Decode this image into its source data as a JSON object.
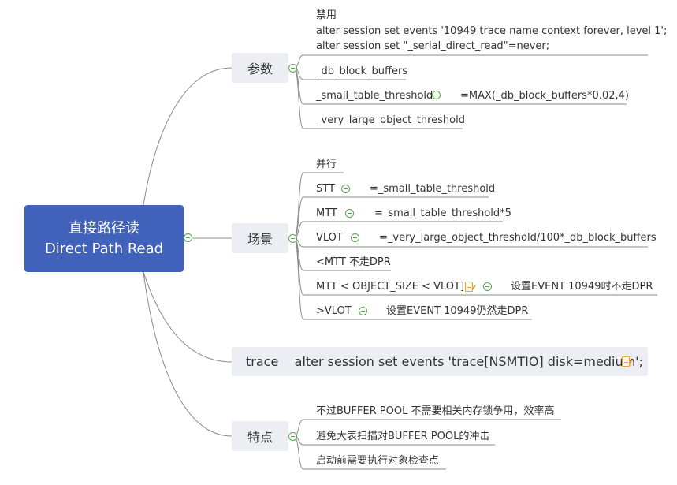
{
  "root": {
    "title_cn": "直接路径读",
    "title_en": "Direct Path Read"
  },
  "branches": {
    "params": {
      "label": "参数",
      "disable_title": "禁用",
      "disable_line1": "alter session set events '10949 trace name context forever, level 1';",
      "disable_line2": "alter session set \"_serial_direct_read\"=never;",
      "db_block_buffers": "_db_block_buffers",
      "small_table_threshold": "_small_table_threshold",
      "small_table_threshold_value": "=MAX(_db_block_buffers*0.02,4)",
      "very_large_object_threshold": "_very_large_object_threshold"
    },
    "scenarios": {
      "label": "场景",
      "parallel": "并行",
      "stt": "STT",
      "stt_value": "=_small_table_threshold",
      "mtt": "MTT",
      "mtt_value": "=_small_table_threshold*5",
      "vlot": "VLOT",
      "vlot_value": "=_very_large_object_threshold/100*_db_block_buffers",
      "lt_mtt": "<MTT 不走DPR",
      "mtt_range": "MTT < OBJECT_SIZE < VLOT]",
      "mtt_range_value": "设置EVENT 10949时不走DPR",
      "gt_vlot": ">VLOT",
      "gt_vlot_value": "设置EVENT 10949仍然走DPR"
    },
    "trace": {
      "text": "trace    alter session set events 'trace[NSMTIO] disk=medium';"
    },
    "features": {
      "label": "特点",
      "item1": "不过BUFFER POOL 不需要相关内存锁争用，效率高",
      "item2": "避免大表扫描对BUFFER POOL的冲击",
      "item3": "启动前需要执行对象检查点"
    }
  },
  "colors": {
    "root_fill": "#4062bb",
    "branch_fill": "#eceef3",
    "connector": "#8a8a8a",
    "collapse_icon": "#55a84a",
    "note_icon": "#e3a531"
  }
}
